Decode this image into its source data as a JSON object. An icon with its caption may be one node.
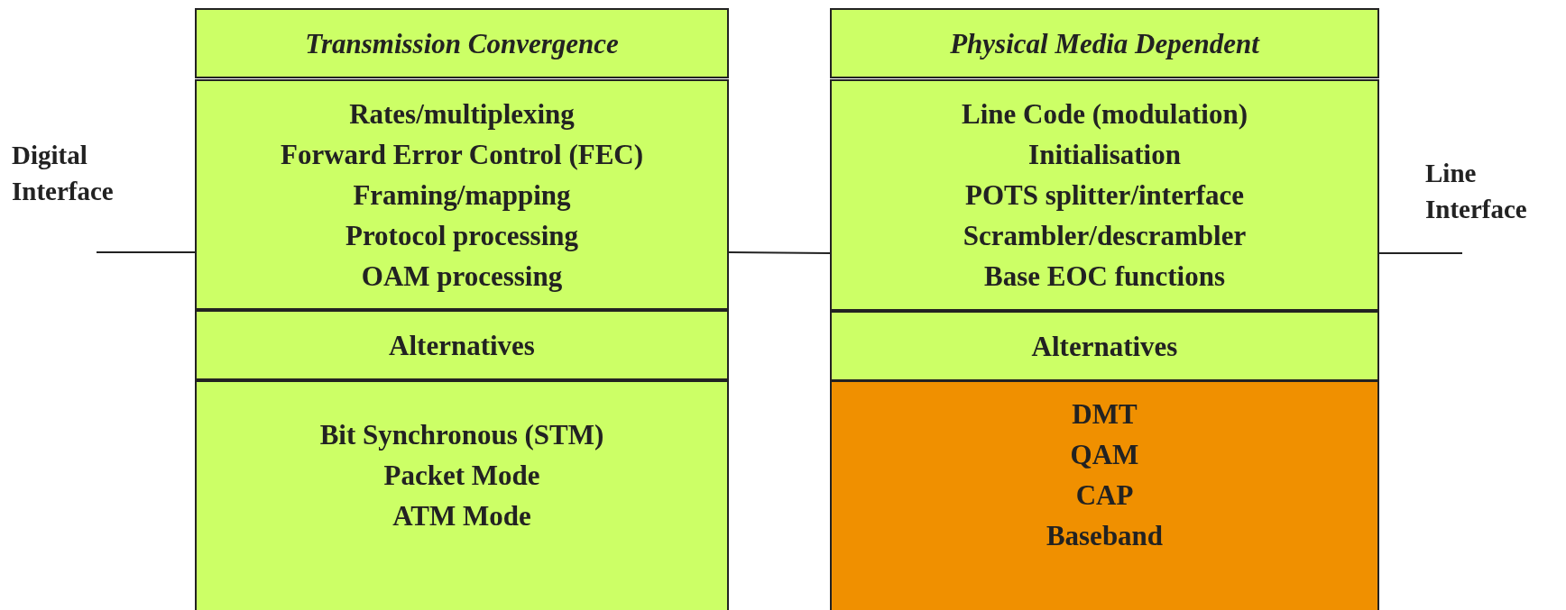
{
  "diagram": {
    "nodes": [
      {
        "text": [
          "Transmission Convergence"
        ]
      },
      {
        "text": [
          "Rates/multiplexing",
          "Forward Error Control (FEC)",
          "Framing/mapping",
          "Protocol processing",
          "OAM processing"
        ]
      },
      {
        "text": [
          "Alternatives"
        ]
      },
      {
        "text": [
          "Bit Synchronous (STM)",
          "Packet Mode",
          "ATM Mode"
        ]
      },
      {
        "text": [
          "Physical Media Dependent"
        ]
      },
      {
        "text": [
          "Line Code (modulation)",
          "Initialisation",
          "POTS splitter/interface",
          "Scrambler/descrambler",
          "Base EOC functions"
        ]
      },
      {
        "text": [
          "Alternatives"
        ]
      },
      {
        "text": [
          "DMT",
          "QAM",
          "CAP",
          "Baseband"
        ]
      }
    ],
    "edges": [
      {
        "from": null,
        "to": 1,
        "arrow": "none"
      },
      {
        "from": 1,
        "to": 5,
        "arrow": "none"
      },
      {
        "from": 5,
        "to": null,
        "arrow": "none"
      }
    ],
    "labels": [
      "Digital Interface",
      "Line Interface"
    ]
  }
}
